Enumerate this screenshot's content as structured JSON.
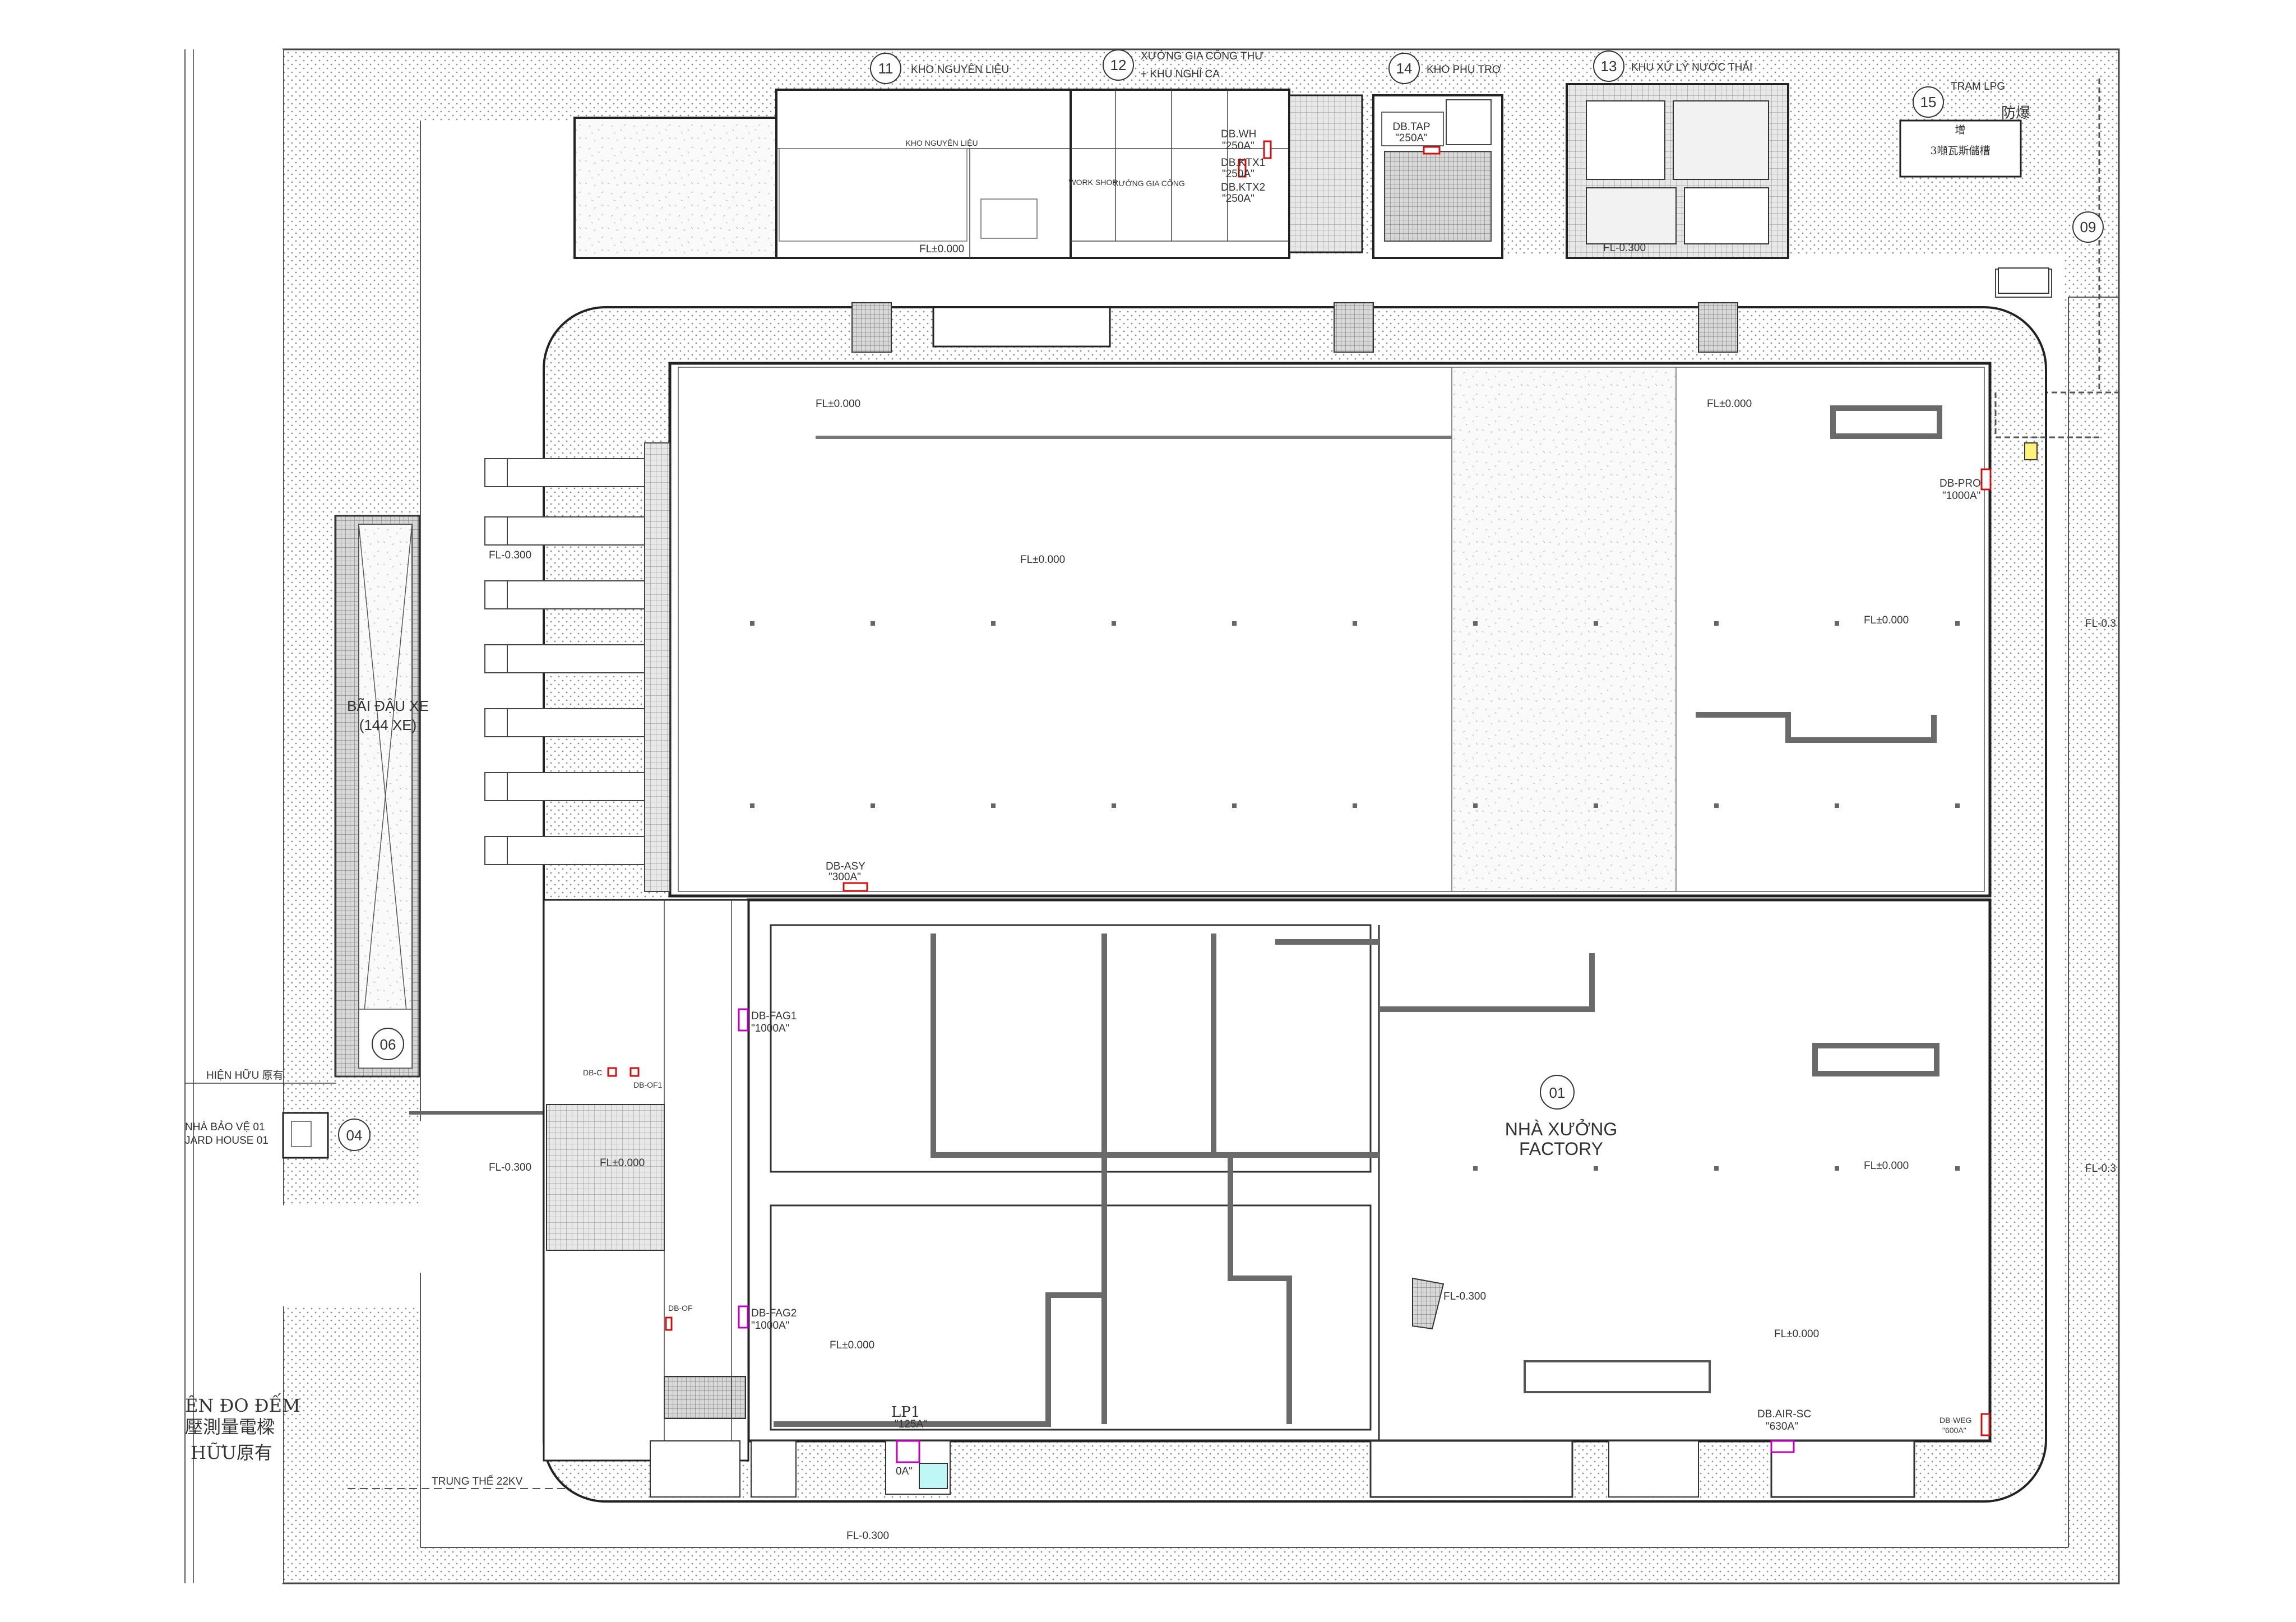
{
  "buildings": {
    "b01": {
      "number": "01",
      "name_vi": "NHÀ XƯỞNG",
      "name_en": "FACTORY"
    },
    "b04": {
      "number": "04",
      "line1": "NHÀ BẢO VỆ  01",
      "line2": "JARD HOUSE 01"
    },
    "b06": {
      "number": "06",
      "line1": "BÃI ĐẬU XE",
      "line2": "(144 XE)"
    },
    "b09": {
      "number": "09"
    },
    "b11": {
      "number": "11",
      "name": "KHO NGUYÊN LIỆU",
      "room_label": "KHO NGUYÊN LIỆU"
    },
    "b12": {
      "number": "12",
      "line1": "XƯỞNG GIA CÔNG THƯ",
      "line2": "+ KHU NGHỈ CA",
      "room1": "WORK SHOP",
      "room2": "XƯỞNG GIA CÔNG"
    },
    "b13": {
      "number": "13",
      "name": "KHU XỬ LÝ NƯỚC THẢI"
    },
    "b14": {
      "number": "14",
      "name": "KHO PHỤ TRỢ"
    },
    "b15": {
      "number": "15",
      "name": "TRẠM LPG",
      "cjk": "防爆",
      "cjk_top": "增",
      "tank_label": "3噸瓦斯儲槽"
    }
  },
  "meter_station": {
    "line1": "ÊN ĐO ĐẾM",
    "line2": "壓測量電樑",
    "line3": "HỮU原有"
  },
  "existing_label": "HIỆN HỮU 原有",
  "power_line": "TRUNG THẾ 22KV",
  "panels": {
    "db_wh": {
      "name": "DB.WH",
      "rating": "\"250A\""
    },
    "db_ktx1": {
      "name": "DB.KTX1",
      "rating": "\"250A\""
    },
    "db_ktx2": {
      "name": "DB.KTX2",
      "rating": "\"250A\""
    },
    "db_tap": {
      "name": "DB.TAP",
      "rating": "\"250A\""
    },
    "db_pro": {
      "name": "DB-PRO",
      "rating": "\"1000A\""
    },
    "db_asy": {
      "name": "DB-ASY",
      "rating": "\"300A\""
    },
    "db_fag1": {
      "name": "DB-FAG1",
      "rating": "\"1000A\""
    },
    "db_fag2": {
      "name": "DB-FAG2",
      "rating": "\"1000A\""
    },
    "db_c": {
      "name": "DB-C"
    },
    "db_of1": {
      "name": "DB-OF1"
    },
    "db_of": {
      "name": "DB-OF"
    },
    "lp1": {
      "name": "LP1",
      "rating": "\"125A\"",
      "rating2": "0A\""
    },
    "db_air": {
      "name": "DB.AIR-SC",
      "rating": "\"630A\""
    },
    "db_weg": {
      "name": "DB-WEG",
      "rating": "\"600A\""
    }
  },
  "levels": {
    "fl_000": "FL±0.000",
    "fl_m300": "FL-0.300",
    "fl_m300_dot": "FL-0.300",
    "fl_right": "FL-0.3",
    "fl_hash": "FL±0.000"
  },
  "colors": {
    "red_panel": "#d01010",
    "magenta_panel": "#c000c0",
    "hatch": "#9a9a9a",
    "heavy_line": "#6a6a6a"
  }
}
